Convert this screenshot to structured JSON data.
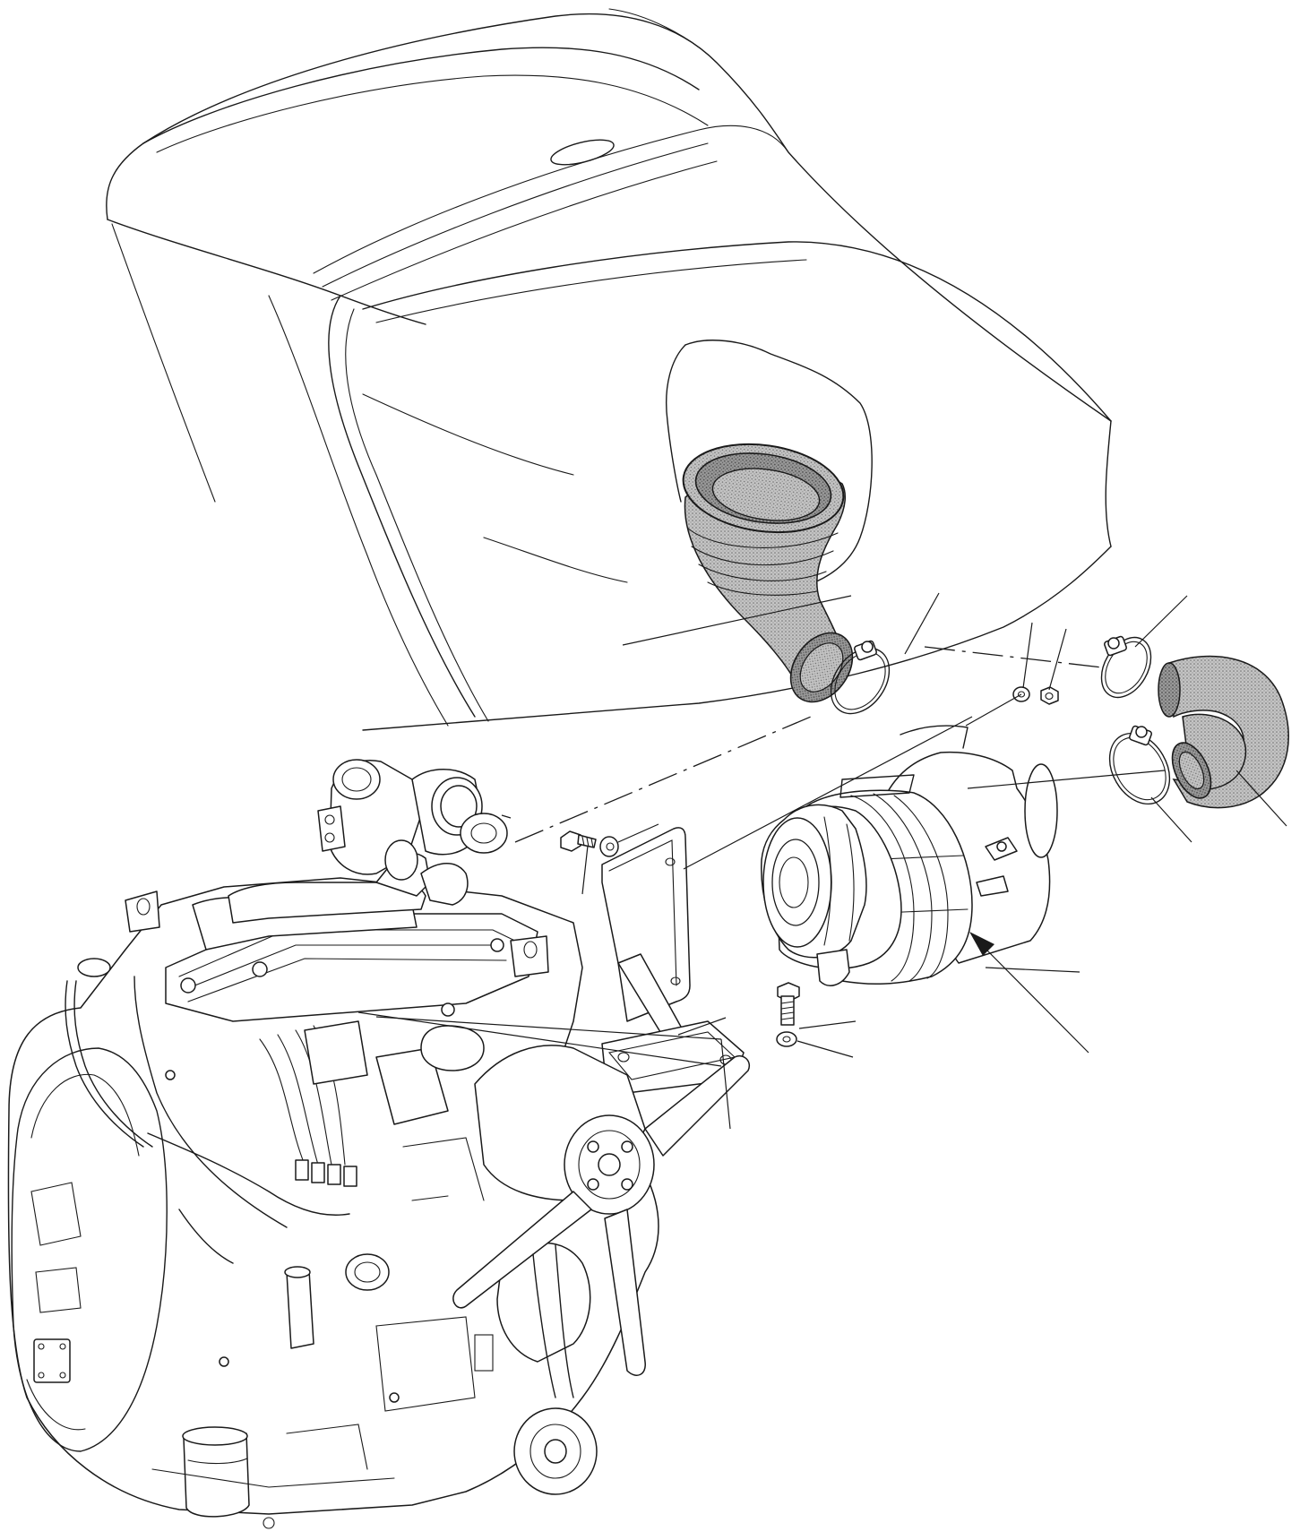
{
  "diagram": {
    "parts": [
      {
        "key": "hood",
        "icon": "engine-hood-outline"
      },
      {
        "key": "intake_bellows",
        "icon": "rubber-intake-bellows"
      },
      {
        "key": "hose_clamp_upper_left",
        "icon": "hose-clamp"
      },
      {
        "key": "washer",
        "icon": "washer"
      },
      {
        "key": "nut",
        "icon": "nut"
      },
      {
        "key": "hose_clamp_upper_right",
        "icon": "hose-clamp"
      },
      {
        "key": "outlet_hose",
        "icon": "rubber-elbow-hose"
      },
      {
        "key": "hose_clamp_lower_right",
        "icon": "hose-clamp"
      },
      {
        "key": "air_filter",
        "icon": "air-filter-housing"
      },
      {
        "key": "bolt_upper",
        "icon": "bolt"
      },
      {
        "key": "washer_upper",
        "icon": "washer"
      },
      {
        "key": "bracket",
        "icon": "mounting-bracket"
      },
      {
        "key": "bolt_lower",
        "icon": "bolt"
      },
      {
        "key": "washer_lower",
        "icon": "washer"
      },
      {
        "key": "engine",
        "icon": "diesel-engine-assembly"
      },
      {
        "key": "turbocharger",
        "icon": "turbocharger"
      }
    ],
    "colors": {
      "line": "#1a1a1a",
      "rubber": "#b3b3b3",
      "rubber_dark": "#8c8c8c",
      "background": "#ffffff"
    }
  }
}
